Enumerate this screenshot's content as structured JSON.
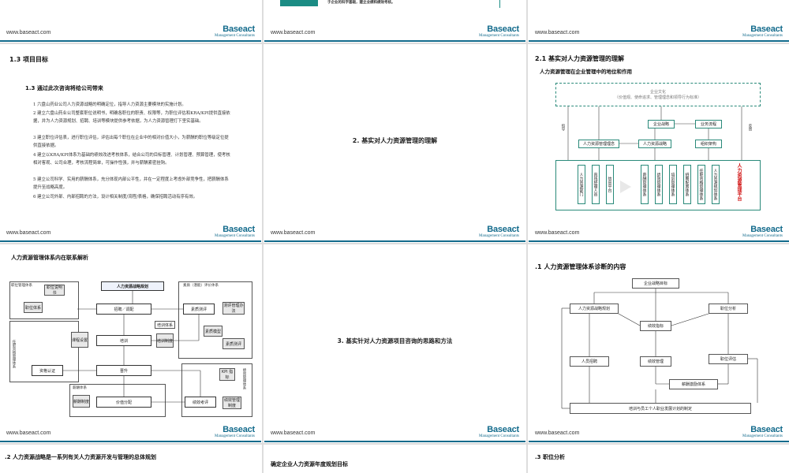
{
  "footer": {
    "url": "www.baseact.com",
    "brand": "Baseact",
    "brand_sub": "Management Consultants"
  },
  "top_strip": {
    "caption": "于企业的科学基础，建立业绩和绩效考核。"
  },
  "slide_goals": {
    "title": "1.3  项目目标",
    "subtitle": "1.3  通过此次咨询将给公司带来",
    "items": [
      "1  六盘山药业公司人力资源战略的明确定位，指导人力资源主要模块的实施计划。",
      "2  建立六盘山药业公司整套职位说明书，明确各职位的职责、权限等，为职位评估和KRA/KPI提供直接依据，并为人力资源规划、招聘、培训等模块提供参考依据，为人力资源管理打下坚实基础。",
      "3  建立职位评估表，进行职位评估，评估出每个职位在企业中的相对价值大小，为薪酬的职位等级定位提供直接依据。",
      "4  建立以KRA/KPI体系为基础的绩效改进考核体系，结合公司的目标管理、计划管理、预算管理，使考核相对客观、公司合理，考核流程简单，可操作性强，并与薪酬紧密挂钩。",
      "5  建立公司科学、实用的薪酬体系，充分体现内部公平性，并在一定程度上考虑外部竞争性，把薪酬体系提升至战略高度。",
      "6  建立公司外部、内部招聘的方法，设计相关制度/流程/表格，确保招聘活动有序有效。"
    ]
  },
  "slide_section2": {
    "title": "2. 基实对人力资源管理的理解"
  },
  "slide_role": {
    "title": "2.1  基实对人力资源管理的理解",
    "subtitle": "人力资源管理在企业管理中的地位和作用",
    "culture": "企业文化",
    "culture_sub": "（价值观、使命追求、管理理念和领导行为标准）",
    "guide_left": "指导",
    "guide_right": "反馈",
    "strategy": "企业战略",
    "process": "业务流程",
    "hr_concept": "人力资源管理理念",
    "hr_strategy": "人力资源战略",
    "org": "组织架构",
    "vertical_left": [
      "人力资源部门",
      "直线经理人员",
      "信息平台"
    ],
    "vertical_right": [
      "薪酬管理体系",
      "绩效管理体系",
      "培训管理体系",
      "招聘配置体系",
      "任职资格管理体系",
      "人力资源规划体系"
    ],
    "red_label": "人力资源管理平台"
  },
  "slide_inner": {
    "title": "人力资源管理体系内在联系解析",
    "labels": {
      "top": "人力资源战略规划",
      "left_top": "职位管理体系",
      "right_top": "素质（潜能）评价体系",
      "left_mid": "任职资格管理体系",
      "bottom_left": "薪酬体系",
      "bottom_right": "绩效管理体系",
      "recruit": "招聘／调配",
      "eval": "素质测评",
      "train": "培训",
      "promote": "晋升",
      "value": "价值分配",
      "perf": "绩效考评",
      "qual": "资格认证",
      "box_jobdesc": "职位说明书",
      "box_jobsys": "职位体系",
      "box_course": "课程设置",
      "box_train_sys": "培训体系",
      "box_train_sys2": "培训制度",
      "box_eval_tool": "测评管理办法",
      "box_quality": "素质模型",
      "box_quality2": "素质测评",
      "box_kpi": "KPI 指标",
      "box_perf_sys": "绩效管理制度",
      "box_pay": "薪酬制度"
    }
  },
  "slide_section3": {
    "title": "3. 基实针对人力资源项目咨询的思路和方法"
  },
  "slide_diag": {
    "title": ".1  人力资源管理体系诊断的内容",
    "strategy_goal": "企业战略目标",
    "hr_plan": "人力资源战略规划",
    "job_analysis": "职位分析",
    "perf_index": "绩效指标",
    "recruit": "人员招聘",
    "perf_mgmt": "绩效管理",
    "job_eval": "职位评估",
    "pay_system": "薪酬激励体系",
    "training": "培训与员工个人职业发展计划的制定"
  },
  "bottom_row": {
    "left": ".2  人力资源战略是一系列有关人力资源开发与管理的总体规划",
    "middle": "确定企业人力资源年度规划目标",
    "right": ".3  职位分析"
  }
}
